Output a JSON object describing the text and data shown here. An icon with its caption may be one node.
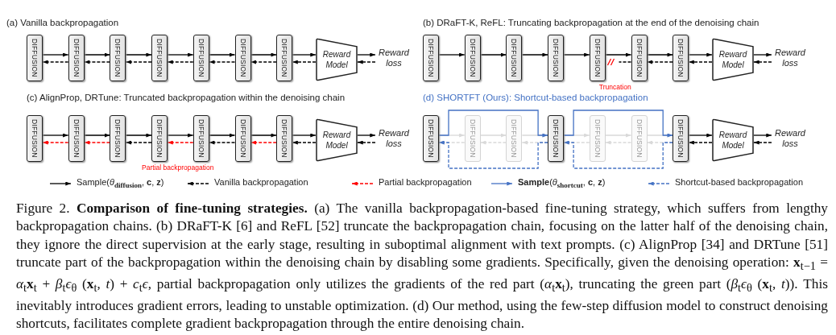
{
  "diagram": {
    "caption": "Figure 2. **Comparison of fine-tuning strategies.** (a) The vanilla backpropagation-based fine-tuning strategy, which suffers from lengthy backpropagation chains. (b) DRaFT-K [6] and ReFL [52] truncate the backpropagation chain, focusing on the latter half of the denoising chain, they ignore the direct supervision at the early stage, resulting in suboptimal alignment with text prompts. (c) AlignProp [34] and DRTune [51] truncate part of the backpropagation within the denoising chain by disabling some gradients. Specifically, given the denoising operation: **x**$_{t−1}$ = *α*$_{t}$**x**$_{t}$ + *β*$_{t}$*ϵ*$_{θ}$ (**x**$_{t}$, *t*) + *c*$_{t}$*ϵ*, partial backpropagation only utilizes the gradients of the red part (*α*$_{t}$**x**$_{t}$), truncating the green part (*β*$_{t}$*ϵ*$_{θ}$ (**x**$_{t}$, *t*)). This inevitably introduces gradient errors, leading to unstable optimization. (d) Our method, using the few-step diffusion model to construct denoising shortcuts, facilitates complete gradient backpropagation through the entire denoising chain.",
    "nodes": [
      {
        "text": [
          "DIFFUSION"
        ]
      },
      {
        "text": [
          "DIFFUSION"
        ]
      },
      {
        "text": [
          "DIFFUSION"
        ]
      },
      {
        "text": [
          "DIFFUSION"
        ]
      },
      {
        "text": [
          "DIFFUSION"
        ]
      },
      {
        "text": [
          "DIFFUSION"
        ]
      },
      {
        "text": [
          "DIFFUSION"
        ]
      },
      {
        "text": [
          "Reward Model"
        ]
      },
      {
        "text": [
          "Reward loss"
        ]
      },
      {
        "text": [
          "DIFFUSION"
        ]
      },
      {
        "text": [
          "DIFFUSION"
        ]
      },
      {
        "text": [
          "DIFFUSION"
        ]
      },
      {
        "text": [
          "DIFFUSION"
        ]
      },
      {
        "text": [
          "DIFFUSION"
        ]
      },
      {
        "text": [
          "DIFFUSION"
        ]
      },
      {
        "text": [
          "DIFFUSION"
        ]
      },
      {
        "text": [
          "Reward Model"
        ]
      },
      {
        "text": [
          "Reward loss"
        ]
      },
      {
        "text": [
          "DIFFUSION"
        ]
      },
      {
        "text": [
          "DIFFUSION"
        ]
      },
      {
        "text": [
          "DIFFUSION"
        ]
      },
      {
        "text": [
          "DIFFUSION"
        ]
      },
      {
        "text": [
          "DIFFUSION"
        ]
      },
      {
        "text": [
          "DIFFUSION"
        ]
      },
      {
        "text": [
          "DIFFUSION"
        ]
      },
      {
        "text": [
          "Reward Model"
        ]
      },
      {
        "text": [
          "Reward loss"
        ]
      },
      {
        "text": [
          "DIFFUSION"
        ]
      },
      {
        "text": [
          "DIFFUSION"
        ]
      },
      {
        "text": [
          "DIFFUSION"
        ]
      },
      {
        "text": [
          "DIFFUSION"
        ]
      },
      {
        "text": [
          "DIFFUSION"
        ]
      },
      {
        "text": [
          "DIFFUSION"
        ]
      },
      {
        "text": [
          "DIFFUSION"
        ]
      },
      {
        "text": [
          "Reward Model"
        ]
      },
      {
        "text": [
          "Reward loss"
        ]
      }
    ],
    "edges": [
      {
        "from": 0,
        "to": 1,
        "arrow": "to"
      },
      {
        "from": 1,
        "to": 2,
        "arrow": "to"
      },
      {
        "from": 2,
        "to": 3,
        "arrow": "to"
      },
      {
        "from": 3,
        "to": 4,
        "arrow": "to"
      },
      {
        "from": 4,
        "to": 5,
        "arrow": "to"
      },
      {
        "from": 5,
        "to": 6,
        "arrow": "to"
      },
      {
        "from": 6,
        "to": 7,
        "arrow": "to"
      },
      {
        "from": 7,
        "to": 8,
        "arrow": "to"
      },
      {
        "from": 8,
        "to": 7,
        "arrow": "to",
        "style": "dashed"
      },
      {
        "from": 7,
        "to": 6,
        "arrow": "to",
        "style": "dashed"
      },
      {
        "from": 6,
        "to": 5,
        "arrow": "to",
        "style": "dashed"
      },
      {
        "from": 5,
        "to": 4,
        "arrow": "to",
        "style": "dashed"
      },
      {
        "from": 4,
        "to": 3,
        "arrow": "to",
        "style": "dashed"
      },
      {
        "from": 3,
        "to": 2,
        "arrow": "to",
        "style": "dashed"
      },
      {
        "from": 2,
        "to": 1,
        "arrow": "to",
        "style": "dashed"
      },
      {
        "from": 1,
        "to": 0,
        "arrow": "to",
        "style": "dashed"
      },
      {
        "from": 9,
        "to": 10,
        "arrow": "to"
      },
      {
        "from": 10,
        "to": 11,
        "arrow": "to"
      },
      {
        "from": 11,
        "to": 12,
        "arrow": "to"
      },
      {
        "from": 12,
        "to": 13,
        "arrow": "to"
      },
      {
        "from": 13,
        "to": 14,
        "arrow": "to"
      },
      {
        "from": 14,
        "to": 15,
        "arrow": "to"
      },
      {
        "from": 15,
        "to": 16,
        "arrow": "to"
      },
      {
        "from": 16,
        "to": 17,
        "arrow": "to"
      },
      {
        "from": 17,
        "to": 16,
        "arrow": "to",
        "style": "dashed"
      },
      {
        "from": 16,
        "to": 15,
        "arrow": "to",
        "style": "dashed"
      },
      {
        "from": 15,
        "to": 14,
        "arrow": "to",
        "style": "dashed"
      },
      {
        "from": 14,
        "to": null,
        "arrow": "none",
        "style": "dashed"
      },
      {
        "from": 18,
        "to": 19,
        "arrow": "to"
      },
      {
        "from": 19,
        "to": 20,
        "arrow": "to"
      },
      {
        "from": 20,
        "to": 21,
        "arrow": "to"
      },
      {
        "from": 21,
        "to": 22,
        "arrow": "to"
      },
      {
        "from": 22,
        "to": 23,
        "arrow": "to"
      },
      {
        "from": 23,
        "to": 24,
        "arrow": "to"
      },
      {
        "from": 24,
        "to": 25,
        "arrow": "to"
      },
      {
        "from": 25,
        "to": 26,
        "arrow": "to"
      },
      {
        "from": 26,
        "to": 25,
        "arrow": "to",
        "style": "dashed"
      },
      {
        "from": 25,
        "to": 24,
        "arrow": "to",
        "style": "dashed"
      },
      {
        "from": 24,
        "to": 23,
        "arrow": "to",
        "style": "dashed",
        "color": "#ff0000"
      },
      {
        "from": 23,
        "to": 22,
        "arrow": "to",
        "style": "dashed"
      },
      {
        "from": 22,
        "to": 21,
        "arrow": "to",
        "style": "dashed",
        "color": "#ff0000"
      },
      {
        "from": 21,
        "to": 20,
        "arrow": "to",
        "style": "dashed"
      },
      {
        "from": 20,
        "to": 19,
        "arrow": "to",
        "style": "dashed",
        "color": "#ff0000"
      },
      {
        "from": 19,
        "to": 18,
        "arrow": "to",
        "style": "dashed",
        "color": "#ff0000"
      },
      {
        "from": 27,
        "to": 28,
        "arrow": "to",
        "color": "#d9d9d9"
      },
      {
        "from": 28,
        "to": 29,
        "arrow": "to",
        "color": "#d9d9d9"
      },
      {
        "from": 29,
        "to": 30,
        "arrow": "to",
        "color": "#d9d9d9"
      },
      {
        "from": 30,
        "to": 31,
        "arrow": "to",
        "color": "#d9d9d9"
      },
      {
        "from": 31,
        "to": 32,
        "arrow": "to",
        "color": "#d9d9d9"
      },
      {
        "from": 32,
        "to": 33,
        "arrow": "to",
        "color": "#d9d9d9"
      },
      {
        "from": 33,
        "to": 32,
        "arrow": "to",
        "style": "dashed",
        "color": "#d9d9d9"
      },
      {
        "from": 32,
        "to": 31,
        "arrow": "to",
        "style": "dashed",
        "color": "#d9d9d9"
      },
      {
        "from": 31,
        "to": 30,
        "arrow": "to",
        "style": "dashed",
        "color": "#d9d9d9"
      },
      {
        "from": 30,
        "to": 29,
        "arrow": "to",
        "style": "dashed",
        "color": "#d9d9d9"
      },
      {
        "from": 29,
        "to": 28,
        "arrow": "to",
        "style": "dashed",
        "color": "#d9d9d9"
      },
      {
        "from": 28,
        "to": 27,
        "arrow": "to",
        "style": "dashed",
        "color": "#d9d9d9"
      },
      {
        "from": 33,
        "to": 34,
        "arrow": "to"
      },
      {
        "from": 34,
        "to": 35,
        "arrow": "to"
      },
      {
        "from": 35,
        "to": 34,
        "arrow": "to",
        "style": "dashed"
      },
      {
        "from": 34,
        "to": 33,
        "arrow": "to",
        "style": "dashed"
      },
      {
        "from": 27,
        "to": 30,
        "arrow": "to",
        "color": "#4472c4"
      },
      {
        "from": 30,
        "to": 33,
        "arrow": "to",
        "color": "#4472c4"
      },
      {
        "from": 30,
        "to": 27,
        "arrow": "to",
        "style": "dashed",
        "color": "#4472c4"
      },
      {
        "from": 33,
        "to": 30,
        "arrow": "to",
        "style": "dashed",
        "color": "#4472c4"
      }
    ],
    "labels": [
      "(a) Vanilla backpropagation",
      "(b) DRaFT-K, ReFL: Truncating backpropagation at the end of the denoising chain",
      "Truncation",
      "(c) AlignProp, DRTune: Truncated backpropagation within the denoising chain",
      "(d) SHORTFT (Ours): Shortcut-based backpropagation",
      "Partial backpropagation"
    ],
    "legend": [
      {
        "text": "Sample(*θ*$_{diffusion}$, **c**, **z**)"
      },
      {
        "text": "Vanilla backpropagation"
      },
      {
        "text": "Partial backpropagation"
      },
      {
        "text": "**Sample**(*θ*$_{shortcut}$, **c**, **z**)"
      },
      {
        "text": "Shortcut-based backpropagation"
      }
    ]
  }
}
